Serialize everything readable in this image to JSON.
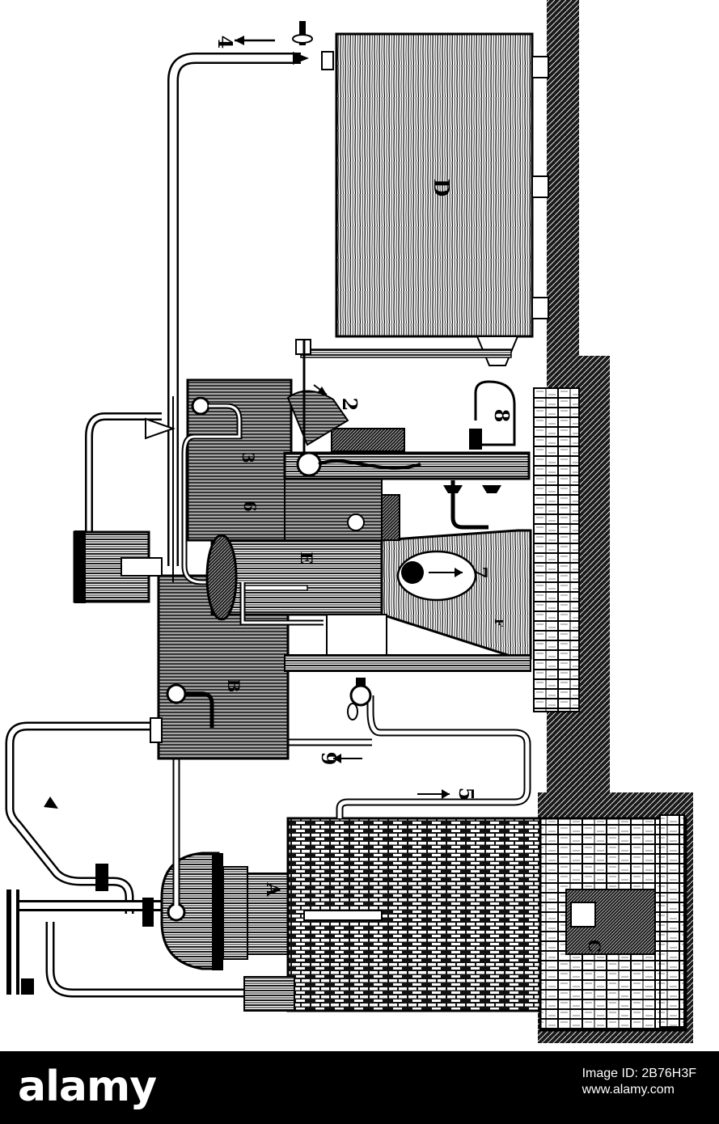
{
  "diagram": {
    "labels": {
      "tank_d": "D",
      "num_4": "4",
      "num_2": "2",
      "num_8": "8",
      "num_7": "7",
      "num_9": "9",
      "num_5": "5",
      "num_6": "6",
      "num_3": "3",
      "part_a": "A",
      "part_b": "B",
      "part_c": "C",
      "part_e": "E",
      "part_f": "F"
    }
  },
  "footer": {
    "brand": "alamy",
    "line1": "Image ID: 2B76H3F",
    "line2": "www.alamy.com"
  }
}
